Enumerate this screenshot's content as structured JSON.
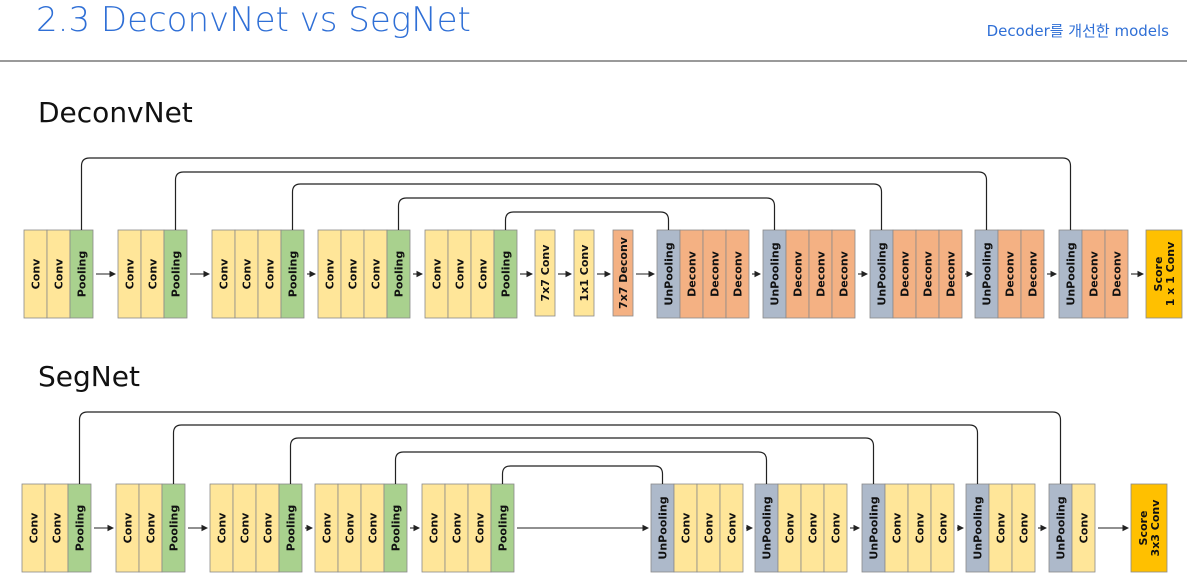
{
  "header": {
    "number": "2.3",
    "title": "DeconvNet vs SegNet",
    "subtitle": "Decoder를 개선한 models",
    "color": "#2f6fd6"
  },
  "colors": {
    "conv": "#ffe699",
    "pooling": "#a9d18e",
    "unpooling": "#adb9ca",
    "deconv": "#f4b183",
    "score": "#ffc000"
  },
  "deconvnet": {
    "title": "DeconvNet",
    "groups": [
      {
        "type": "stack",
        "layers": [
          "Conv",
          "Conv",
          "Pooling"
        ]
      },
      {
        "type": "stack",
        "layers": [
          "Conv",
          "Conv",
          "Pooling"
        ]
      },
      {
        "type": "stack",
        "layers": [
          "Conv",
          "Conv",
          "Conv",
          "Pooling"
        ]
      },
      {
        "type": "stack",
        "layers": [
          "Conv",
          "Conv",
          "Conv",
          "Pooling"
        ]
      },
      {
        "type": "stack",
        "layers": [
          "Conv",
          "Conv",
          "Conv",
          "Pooling"
        ]
      },
      {
        "type": "single",
        "layers": [
          "7x7 Conv"
        ]
      },
      {
        "type": "single",
        "layers": [
          "1x1 Conv"
        ]
      },
      {
        "type": "single",
        "layers": [
          "7x7 Deconv"
        ]
      },
      {
        "type": "stack",
        "layers": [
          "UnPooling",
          "Deconv",
          "Deconv",
          "Deconv"
        ]
      },
      {
        "type": "stack",
        "layers": [
          "UnPooling",
          "Deconv",
          "Deconv",
          "Deconv"
        ]
      },
      {
        "type": "stack",
        "layers": [
          "UnPooling",
          "Deconv",
          "Deconv",
          "Deconv"
        ]
      },
      {
        "type": "stack",
        "layers": [
          "UnPooling",
          "Deconv",
          "Deconv"
        ]
      },
      {
        "type": "stack",
        "layers": [
          "UnPooling",
          "Deconv",
          "Deconv"
        ]
      },
      {
        "type": "score",
        "layers": [
          "Score\n1 x 1 Conv"
        ]
      }
    ]
  },
  "segnet": {
    "title": "SegNet",
    "groups": [
      {
        "type": "stack",
        "layers": [
          "Conv",
          "Conv",
          "Pooling"
        ]
      },
      {
        "type": "stack",
        "layers": [
          "Conv",
          "Conv",
          "Pooling"
        ]
      },
      {
        "type": "stack",
        "layers": [
          "Conv",
          "Conv",
          "Conv",
          "Pooling"
        ]
      },
      {
        "type": "stack",
        "layers": [
          "Conv",
          "Conv",
          "Conv",
          "Pooling"
        ]
      },
      {
        "type": "stack",
        "layers": [
          "Conv",
          "Conv",
          "Conv",
          "Pooling"
        ]
      },
      {
        "type": "stack",
        "layers": [
          "UnPooling",
          "Conv",
          "Conv",
          "Conv"
        ]
      },
      {
        "type": "stack",
        "layers": [
          "UnPooling",
          "Conv",
          "Conv",
          "Conv"
        ]
      },
      {
        "type": "stack",
        "layers": [
          "UnPooling",
          "Conv",
          "Conv",
          "Conv"
        ]
      },
      {
        "type": "stack",
        "layers": [
          "UnPooling",
          "Conv",
          "Conv"
        ]
      },
      {
        "type": "stack",
        "layers": [
          "UnPooling",
          "Conv"
        ]
      },
      {
        "type": "score",
        "layers": [
          "Score\n3x3 Conv"
        ]
      }
    ]
  }
}
